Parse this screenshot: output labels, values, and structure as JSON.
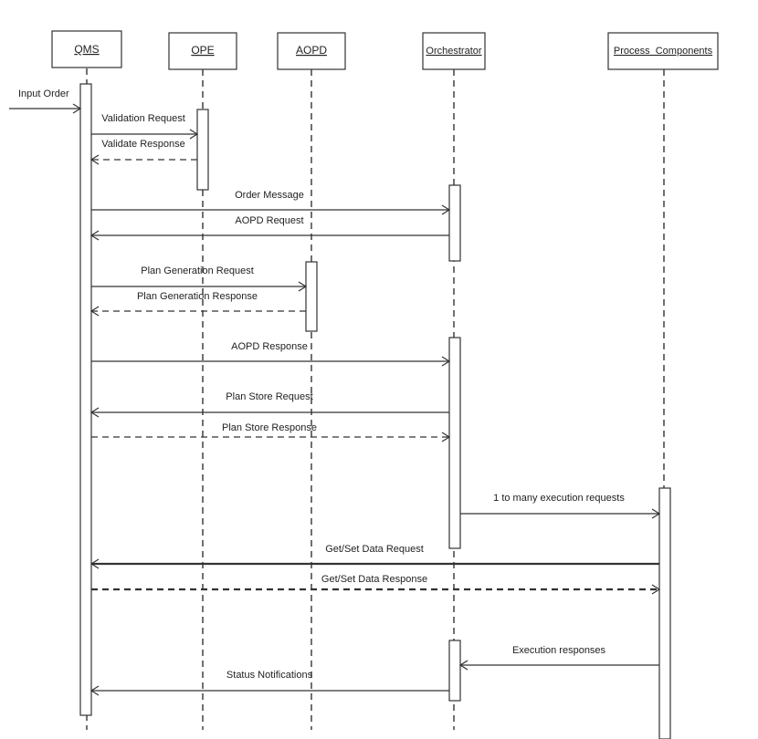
{
  "actors": [
    {
      "id": "qms",
      "label": "QMS"
    },
    {
      "id": "ope",
      "label": "OPE"
    },
    {
      "id": "aopd",
      "label": "AOPD"
    },
    {
      "id": "orch",
      "label": "Orchestrator"
    },
    {
      "id": "proc",
      "label": "Process  Components"
    }
  ],
  "messages": [
    {
      "label": "Input Order",
      "from": "external",
      "to": "qms",
      "style": "solid"
    },
    {
      "label": "Validation Request",
      "from": "qms",
      "to": "ope",
      "style": "solid"
    },
    {
      "label": "Validate Response",
      "from": "ope",
      "to": "qms",
      "style": "dashed"
    },
    {
      "label": "Order Message",
      "from": "qms",
      "to": "orch",
      "style": "solid"
    },
    {
      "label": "AOPD Request",
      "from": "orch",
      "to": "qms",
      "style": "solid"
    },
    {
      "label": "Plan Generation Request",
      "from": "qms",
      "to": "aopd",
      "style": "solid"
    },
    {
      "label": "Plan Generation Response",
      "from": "aopd",
      "to": "qms",
      "style": "dashed"
    },
    {
      "label": "AOPD Response",
      "from": "qms",
      "to": "orch",
      "style": "solid"
    },
    {
      "label": "Plan Store Request",
      "from": "orch",
      "to": "qms",
      "style": "solid"
    },
    {
      "label": "Plan Store Response",
      "from": "qms",
      "to": "orch",
      "style": "dashed"
    },
    {
      "label": "1 to many execution requests",
      "from": "orch",
      "to": "proc",
      "style": "solid"
    },
    {
      "label": "Get/Set Data Request",
      "from": "proc",
      "to": "qms",
      "style": "bold"
    },
    {
      "label": "Get/Set Data Response",
      "from": "qms",
      "to": "proc",
      "style": "bold-dashed"
    },
    {
      "label": "Execution responses",
      "from": "proc",
      "to": "orch",
      "style": "solid"
    },
    {
      "label": "Status Notifications",
      "from": "orch",
      "to": "qms",
      "style": "solid"
    }
  ]
}
